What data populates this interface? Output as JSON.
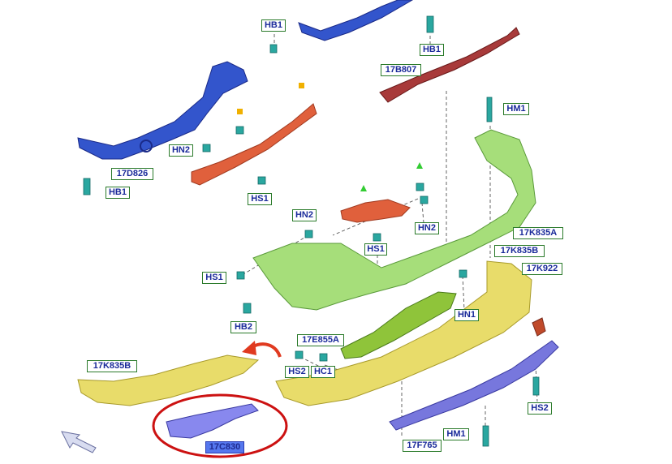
{
  "labels": {
    "hb1_top": "HB1",
    "hb1_mid": "HB1",
    "hb1_left": "HB1",
    "b807": "17B807",
    "hm1_top": "HM1",
    "d826": "17D826",
    "hn2_left": "HN2",
    "hs1_top": "HS1",
    "hn2_mid": "HN2",
    "hn2_right": "HN2",
    "hs1_mid": "HS1",
    "k835a": "17K835A",
    "k835b_right": "17K835B",
    "k922": "17K922",
    "hs1_left": "HS1",
    "hn1": "HN1",
    "hb2": "HB2",
    "e855a": "17E855A",
    "k835b_left": "17K835B",
    "hs2_left": "HS2",
    "hc1": "HC1",
    "hs2_right": "HS2",
    "hm1_bottom": "HM1",
    "f765": "17F765",
    "c830": "17C830"
  },
  "colors": {
    "tow_bar": "#3355cc",
    "reinforcement": "#e0603c",
    "bumper_cover": "#a6de7a",
    "lower_cover": "#e8dc6a",
    "spoiler": "#7777dd",
    "absorber": "#8fc43a",
    "step_pad": "#a83a3a",
    "fastener": "#2aa7a0",
    "label_border": "#2a7a2a",
    "label_text": "#1a2a9a",
    "highlight_circle": "#cc1111",
    "arrow": "#e03a20"
  }
}
